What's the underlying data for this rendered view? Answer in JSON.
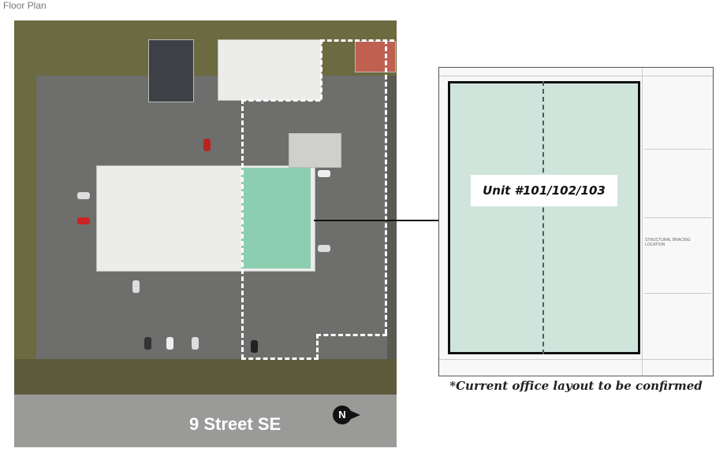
{
  "header": {
    "title": "Floor Plan"
  },
  "aerial": {
    "street_label": "9 Street SE",
    "north_label": "N",
    "highlight_color": "#8ccfb0"
  },
  "plan": {
    "unit_label": "Unit #101/102/103",
    "note": "STRUCTURAL BRACING LOCATION",
    "fill_color": "#cfe5dc"
  },
  "caption": "*Current office layout to be confirmed"
}
